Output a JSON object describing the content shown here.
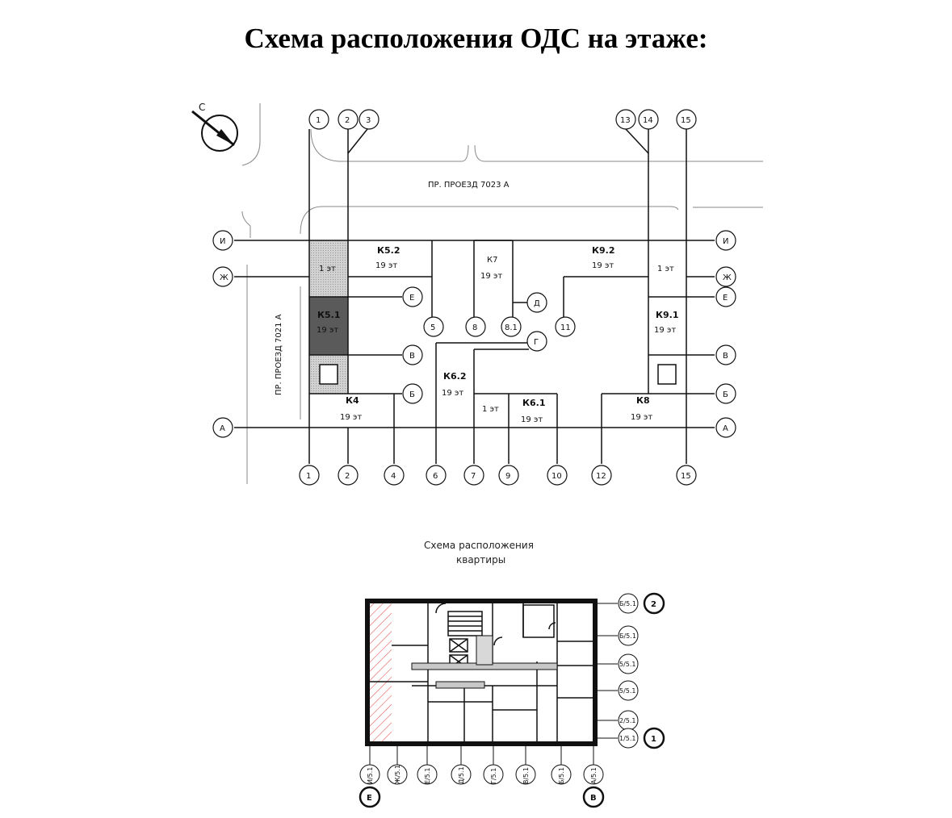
{
  "title": "Схема расположения ОДС на этаже:",
  "compass": {
    "north_label": "С"
  },
  "roads": {
    "north": "ПР. ПРОЕЗД 7023 А",
    "west": "ПР. ПРОЕЗД 7021 А"
  },
  "grid": {
    "top_axes": [
      "1",
      "2",
      "3",
      "13",
      "14",
      "15"
    ],
    "bottom_axes": [
      "1",
      "2",
      "4",
      "6",
      "7",
      "9",
      "10",
      "12",
      "15"
    ],
    "left_axes": [
      "И",
      "Ж",
      "А"
    ],
    "right_axes": [
      "И",
      "Ж",
      "Е",
      "В",
      "Б",
      "А"
    ],
    "inner_axes": [
      "Е",
      "В",
      "Б",
      "5",
      "8",
      "8.1",
      "Д",
      "Г",
      "11"
    ]
  },
  "sections": [
    {
      "name": "К5.2",
      "floors": "19 эт"
    },
    {
      "name": "",
      "floors": "1 эт"
    },
    {
      "name": "К5.1",
      "floors": "19 эт"
    },
    {
      "name": "К7",
      "floors": "19 эт"
    },
    {
      "name": "К9.2",
      "floors": "19 эт"
    },
    {
      "name": "",
      "floors": "1 эт"
    },
    {
      "name": "К9.1",
      "floors": "19 эт"
    },
    {
      "name": "К6.2",
      "floors": "19 эт"
    },
    {
      "name": "",
      "floors": "1 эт"
    },
    {
      "name": "К6.1",
      "floors": "19 эт"
    },
    {
      "name": "К4",
      "floors": "19 эт"
    },
    {
      "name": "К8",
      "floors": "19 эт"
    }
  ],
  "apartment_plan": {
    "caption_line1": "Схема расположения",
    "caption_line2": "квартиры",
    "right_axes": [
      "Б/5.1",
      "Б/5.1",
      "5/5.1",
      "5/5.1",
      "2/5.1",
      "1/5.1"
    ],
    "right_markers": [
      "2",
      "1"
    ],
    "bottom_axes": [
      "И/5.1",
      "Ж/5.1",
      "Е/5.1",
      "Д/5.1",
      "Г/5.1",
      "В/5.1",
      "Б/5.1",
      "А/5.1"
    ],
    "bottom_markers": [
      "Е",
      "В"
    ]
  },
  "colors": {
    "line": "#111111",
    "road": "#8a8a8a",
    "k51_fill": "#5a5a5a",
    "light_fill": "#c8c8c8",
    "hatch": "#e05a5a"
  }
}
